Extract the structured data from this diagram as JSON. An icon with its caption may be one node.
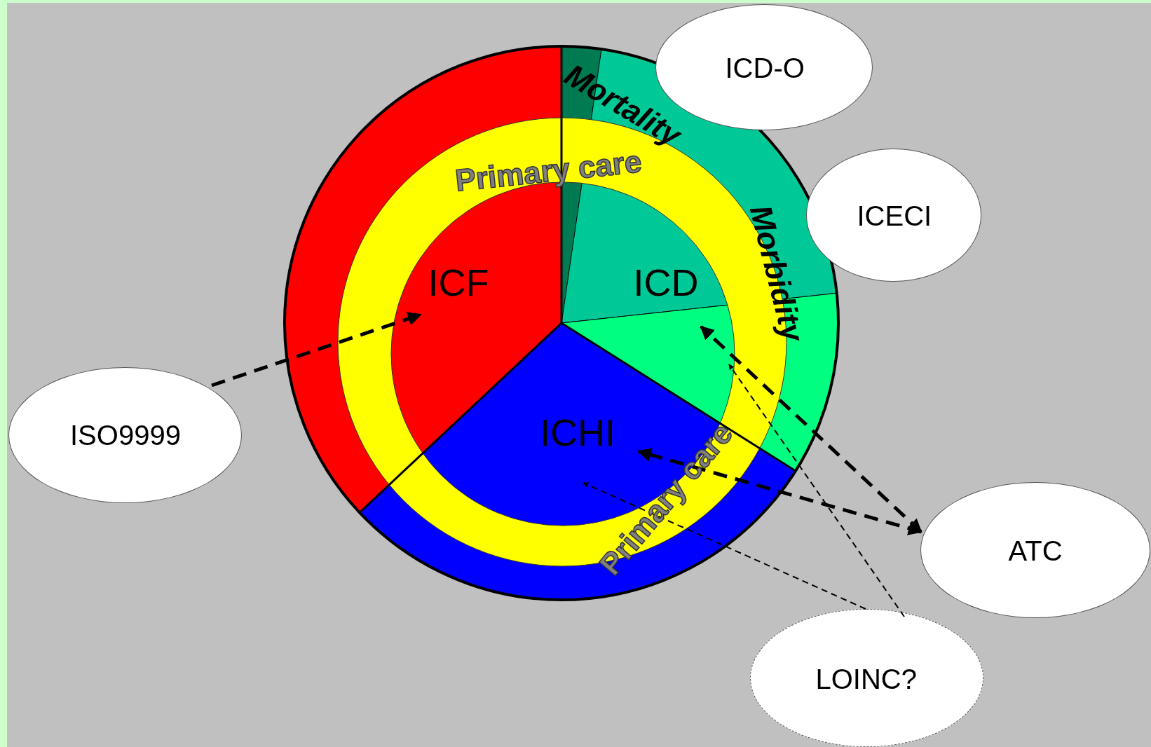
{
  "diagram": {
    "nodes": [
      {
        "text": [
          "ICD-O"
        ]
      },
      {
        "text": [
          "ICF"
        ]
      },
      {
        "text": [
          "ICD"
        ]
      },
      {
        "text": [
          "ICECI"
        ]
      },
      {
        "text": [
          "ICHI"
        ]
      },
      {
        "text": [
          "ISO9999"
        ]
      },
      {
        "text": [
          "ATC"
        ]
      },
      {
        "text": [
          "LOINC?"
        ]
      }
    ],
    "edges": [
      {
        "from": 5,
        "to": 1,
        "arrow": "to",
        "style": "dashed"
      },
      {
        "from": 6,
        "to": 2,
        "arrow": "both",
        "style": "dashed"
      },
      {
        "from": 6,
        "to": 4,
        "arrow": "both",
        "style": "dashed"
      },
      {
        "from": 7,
        "to": 2,
        "arrow": "to",
        "style": "dashed"
      },
      {
        "from": 7,
        "to": 4,
        "arrow": "to",
        "style": "dashed"
      }
    ],
    "labels": [
      "Mortality",
      "Primary care",
      "Morbidity",
      "Primary care"
    ]
  }
}
